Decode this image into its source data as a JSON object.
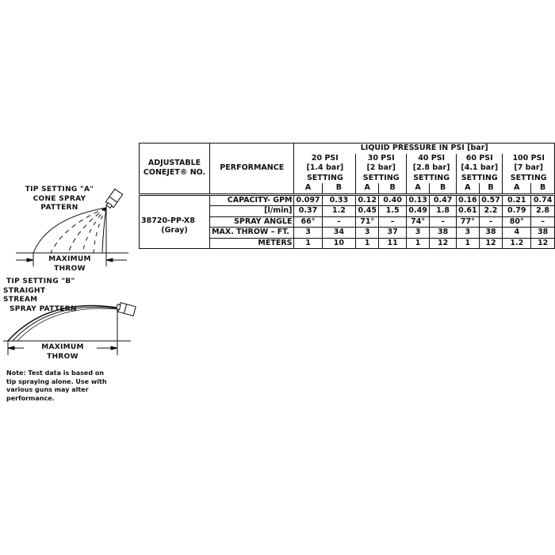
{
  "diagram_a": {
    "title_lines": [
      "TIP SETTING \"A\"",
      "CONE SPRAY",
      "PATTERN"
    ],
    "throw_label": "MAXIMUM THROW"
  },
  "diagram_b": {
    "title_lines": [
      "TIP SETTING \"B\"",
      "STRAIGHT STREAM",
      "SPRAY PATTERN"
    ],
    "throw_label": "MAXIMUM THROW"
  },
  "note_lines": [
    "Note: Test data is based on",
    "tip spraying alone.  Use with",
    "various guns may alter",
    "performance."
  ],
  "table": {
    "col_conejet": [
      "ADJUSTABLE",
      "CONEJET® NO."
    ],
    "col_performance": "PERFORMANCE",
    "pressure_header": "LIQUID PRESSURE IN PSI [bar]",
    "pressures": [
      {
        "psi": "20 PSI",
        "bar": "[1.4 bar]"
      },
      {
        "psi": "30 PSI",
        "bar": "[2 bar]"
      },
      {
        "psi": "40 PSI",
        "bar": "[2.8 bar]"
      },
      {
        "psi": "60 PSI",
        "bar": "[4.1 bar]"
      },
      {
        "psi": "100 PSI",
        "bar": "[7 bar]"
      }
    ],
    "setting_label": "SETTING",
    "setting_a": "A",
    "setting_b": "B",
    "model": "38720-PP-X8",
    "model_color": "(Gray)",
    "rows": [
      {
        "label": "CAPACITY- GPM",
        "values": [
          "0.097",
          "0.33",
          "0.12",
          "0.40",
          "0.13",
          "0.47",
          "0.16",
          "0.57",
          "0.21",
          "0.74"
        ]
      },
      {
        "label": "[l/min]",
        "values": [
          "0.37",
          "1.2",
          "0.45",
          "1.5",
          "0.49",
          "1.8",
          "0.61",
          "2.2",
          "0.79",
          "2.8"
        ]
      },
      {
        "label": "SPRAY ANGLE",
        "values": [
          "66°",
          "–",
          "71°",
          "–",
          "74°",
          "–",
          "77°",
          "–",
          "80°",
          "–"
        ]
      },
      {
        "label": "MAX. THROW – FT.",
        "values": [
          "3",
          "34",
          "3",
          "37",
          "3",
          "38",
          "3",
          "38",
          "4",
          "38"
        ]
      },
      {
        "label": "METERS",
        "values": [
          "1",
          "10",
          "1",
          "11",
          "1",
          "12",
          "1",
          "12",
          "1.2",
          "12"
        ]
      }
    ]
  }
}
